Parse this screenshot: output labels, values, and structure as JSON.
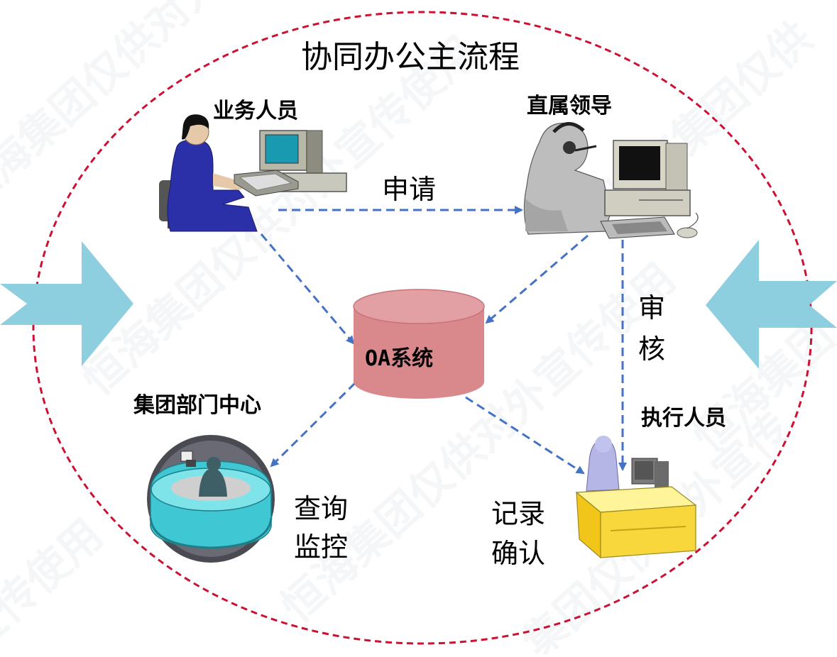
{
  "title": "协同办公主流程",
  "roles": {
    "staff": "业务人员",
    "leader": "直属领导",
    "executor": "执行人员",
    "department": "集团部门中心"
  },
  "system": {
    "label": "OA系统"
  },
  "actions": {
    "apply": "申请",
    "review_1": "审",
    "review_2": "核",
    "query_1": "查询",
    "query_2": "监控",
    "record_1": "记录",
    "record_2": "确认"
  },
  "watermark": "恒海集团仅供对外宣传使用",
  "colors": {
    "ellipse": "#cc1133",
    "arrow": "#4472c4",
    "cylinder": "#d9888c",
    "side_arrow": "#8ecfdf"
  },
  "icons": [
    "office-worker-at-computer",
    "manager-with-headset-at-computer",
    "reception-desk",
    "clerk-at-yellow-desk"
  ]
}
